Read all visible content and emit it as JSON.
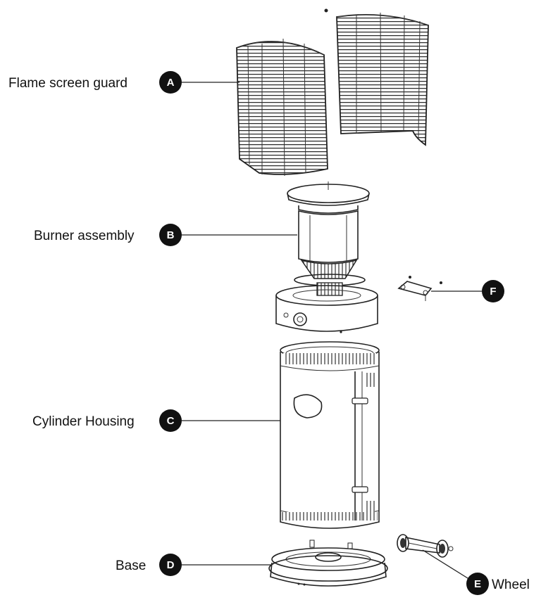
{
  "colors": {
    "badge": "#111111",
    "badge_text": "#ffffff",
    "line": "#222222",
    "background": "#ffffff"
  },
  "parts": [
    {
      "letter": "A",
      "label": "Flame screen guard"
    },
    {
      "letter": "B",
      "label": "Burner assembly"
    },
    {
      "letter": "C",
      "label": "Cylinder Housing"
    },
    {
      "letter": "D",
      "label": "Base"
    },
    {
      "letter": "E",
      "label": "Wheel"
    },
    {
      "letter": "F",
      "label": ""
    }
  ]
}
